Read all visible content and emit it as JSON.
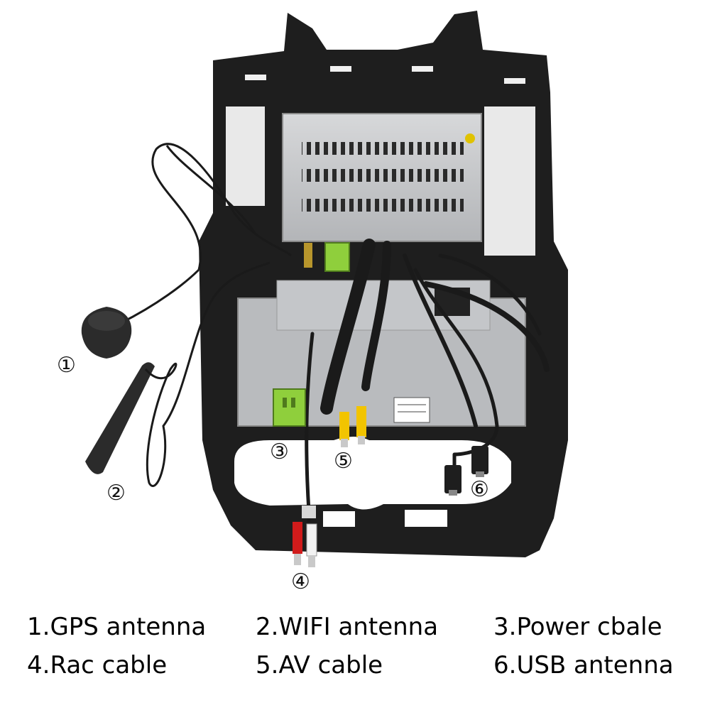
{
  "callouts": [
    "①",
    "②",
    "③",
    "④",
    "⑤",
    "⑥"
  ],
  "legend": {
    "row1": [
      "1.GPS antenna",
      "2.WIFI antenna",
      "3.Power cbale"
    ],
    "row2": [
      "4.Rac cable",
      "5.AV cable",
      "6.USB antenna"
    ]
  },
  "colors": {
    "frame": "#1e1e1e",
    "metal": "#c9cacc",
    "connector_green": "#8fcf3c",
    "rca_yellow": "#f2c400",
    "rca_red": "#d11b1b",
    "background": "#ffffff"
  }
}
